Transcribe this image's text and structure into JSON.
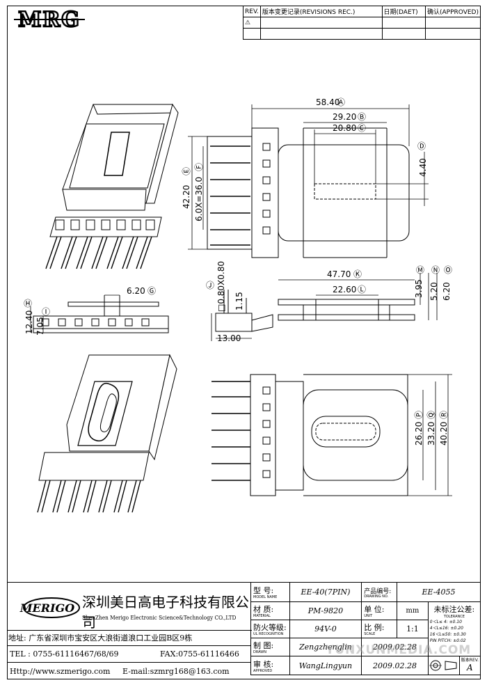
{
  "logo": {
    "text": "MRG"
  },
  "revisions": {
    "headers": [
      "REV.",
      "版本变更记录(REVISIONS REC.)",
      "日期(DAET)",
      "确认(APPROVED)"
    ],
    "mark": "⚠"
  },
  "dimensions": {
    "d58_40": "58.40",
    "A": "Ⓐ",
    "d29_20": "29.20",
    "B": "Ⓑ",
    "d20_80": "20.80",
    "C": "Ⓒ",
    "d4_40": "4.40",
    "D": "Ⓓ",
    "d42_20": "42.20",
    "E": "Ⓔ",
    "d6x36": "6.0X=36.0",
    "F": "Ⓕ",
    "d6_20": "6.20",
    "G": "Ⓖ",
    "d12_40": "12.40",
    "H": "Ⓗ",
    "d7_05": "7.05",
    "I": "Ⓘ",
    "d08x08": "□0.80X0.80",
    "J": "Ⓙ",
    "d1_15": "1.15",
    "d13_00": "13.00",
    "d47_70": "47.70",
    "K": "Ⓚ",
    "d22_60": "22.60",
    "L": "Ⓛ",
    "d3_95": "3.95",
    "M": "Ⓜ",
    "d5_20": "5.20",
    "N": "Ⓝ",
    "d6_20b": "6.20",
    "O": "Ⓞ",
    "d26_20": "26.20",
    "P": "Ⓟ",
    "d33_20": "33.20",
    "Q": "Ⓠ",
    "d40_20": "40.20",
    "R": "Ⓡ"
  },
  "title_block": {
    "company_logo": "MERIGO",
    "company_cn": "深圳美日高电子科技有限公司",
    "company_en": "ShenZhen Merigo Electronic Science&Technology CO.,LTD",
    "address": "地址: 广东省深圳市宝安区大浪街道浪口工业园B区9栋",
    "tel": "TEL : 0755-61116467/68/69",
    "fax": "FAX:0755-61116466",
    "http": "Http://www.szmerigo.com",
    "email": "E-mail:szmrg168@163.com",
    "model_label": "型 号:",
    "model_label_en": "MODEL NAME",
    "model": "EE-40(7PIN)",
    "drawing_label": "产品编号:",
    "drawing_label_en": "DRAWING NO.",
    "drawing_no": "EE-4055",
    "material_label": "材 质:",
    "material_label_en": "MATERIAL",
    "material": "PM-9820",
    "unit_label": "单 位:",
    "unit_label_en": "UNIT",
    "unit": "mm",
    "tolerance_label": "未标注公差:",
    "tolerance_label_en": "TOLERANCE",
    "tolerance_lines": [
      "0＜L≤ 4:  ±0.10",
      "4＜L≤16:  ±0.20",
      "16＜L≤50:  ±0.30",
      "PIN PITCH:  ±0.02"
    ],
    "flame_label": "防火等级:",
    "flame_label_en": "UL RECOGNITION",
    "flame": "94V-0",
    "scale_label": "比 例:",
    "scale_label_en": "SCALE",
    "scale": "1:1",
    "drawn_label": "制 图:",
    "drawn_label_en": "DRAWN",
    "drawn_by": "Zengzhenglin",
    "drawn_date": "2009.02.28",
    "approved_label": "审 核:",
    "approved_label_en": "APPROVED",
    "approved_by": "WangLingyun",
    "approved_date": "2009.02.28",
    "rev_label": "版本REV.",
    "rev": "A",
    "watermark": "YUNXUNMEDIA.COM"
  }
}
